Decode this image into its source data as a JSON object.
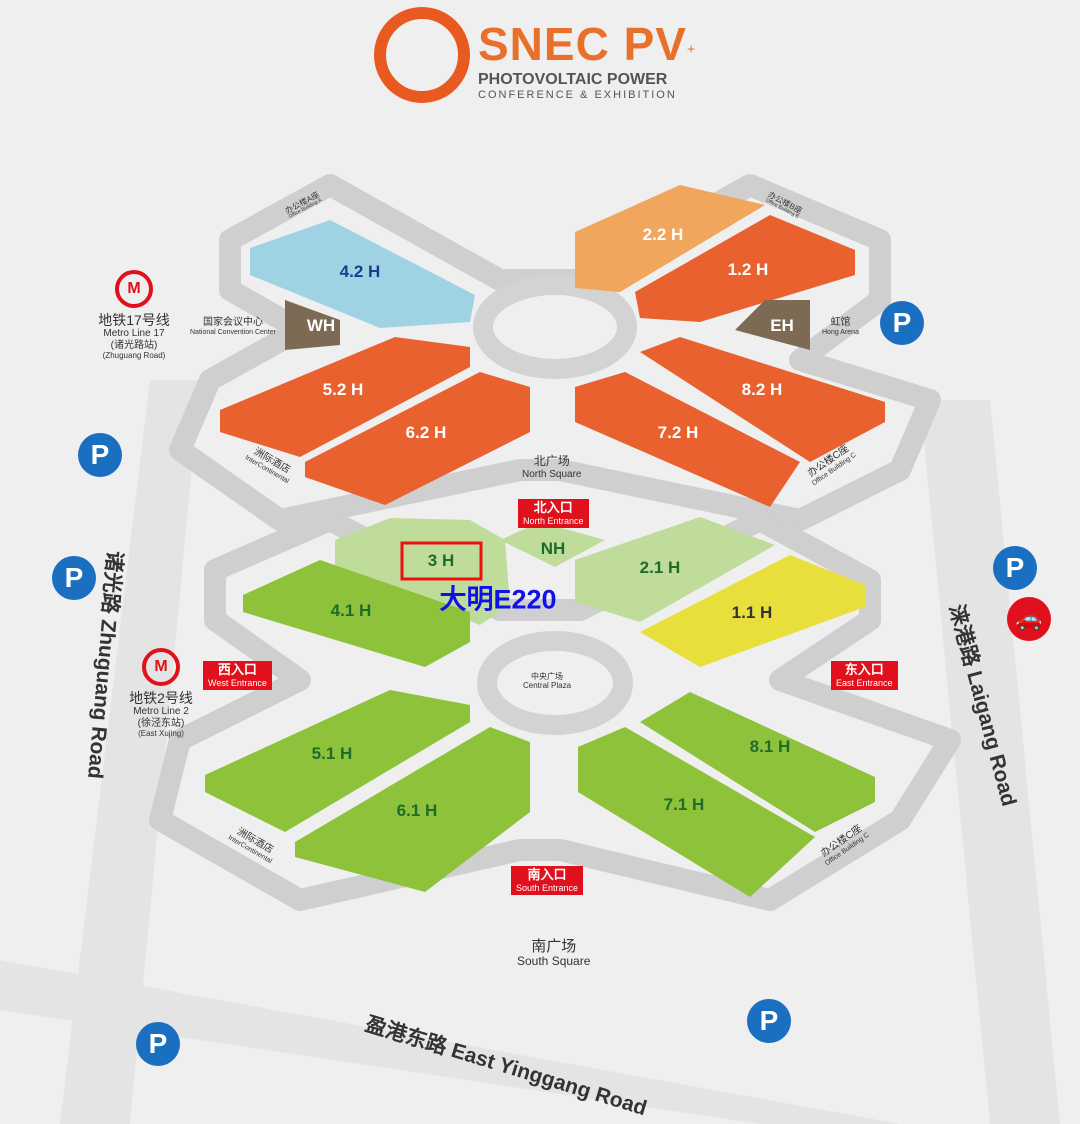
{
  "logo": {
    "brand": "SNEC PV",
    "plus": "+",
    "line1": "PHOTOVOLTAIC POWER",
    "line2": "CONFERENCE & EXHIBITION"
  },
  "halls": {
    "h42": "4.2 H",
    "h22": "2.2 H",
    "h12": "1.2 H",
    "h52": "5.2 H",
    "h62": "6.2 H",
    "h72": "7.2 H",
    "h82": "8.2 H",
    "h3": "3 H",
    "nh": "NH",
    "h21": "2.1 H",
    "h41": "4.1 H",
    "h11": "1.1 H",
    "h51": "5.1 H",
    "h61": "6.1 H",
    "h71": "7.1 H",
    "h81": "8.1 H",
    "wh": "WH",
    "eh": "EH"
  },
  "highlight": {
    "booth": "大明E220",
    "color": "#1010ee",
    "box_color": "#ee1111"
  },
  "places": {
    "office_a_cn": "办公楼A座",
    "office_a_en": "Office Building A",
    "office_b_cn": "办公楼B座",
    "office_b_en": "Office Building B",
    "office_c_cn": "办公楼C座",
    "office_c_en": "Office Building C",
    "ncc_cn": "国家会议中心",
    "ncc_en": "National Convention Center",
    "hong_cn": "虹馆",
    "hong_en": "Hong Arena",
    "inter_cn": "洲际酒店",
    "inter_en": "InterContinental",
    "north_sq_cn": "北广场",
    "north_sq_en": "North Square",
    "central_cn": "中央广场",
    "central_en": "Central Plaza",
    "south_sq_cn": "南广场",
    "south_sq_en": "South Square"
  },
  "entrances": {
    "north": {
      "cn": "北入口",
      "en": "North Entrance"
    },
    "west": {
      "cn": "西入口",
      "en": "West Entrance"
    },
    "east": {
      "cn": "东入口",
      "en": "East Entrance"
    },
    "south": {
      "cn": "南入口",
      "en": "South Entrance"
    }
  },
  "metro": {
    "l17": {
      "cn": "地铁17号线",
      "en": "Metro Line 17",
      "st_cn": "(诸光路站)",
      "st_en": "(Zhuguang Road)"
    },
    "l2": {
      "cn": "地铁2号线",
      "en": "Metro Line 2",
      "st_cn": "(徐泾东站)",
      "st_en": "(East Xujing)"
    }
  },
  "roads": {
    "zhuguang": "诸光路 Zhuguang Road",
    "laigang": "涞港路 Laigang Road",
    "yinggang": "盈港东路 East Yinggang Road"
  },
  "parking": "P",
  "colors": {
    "orange": "#e8612f",
    "light_orange": "#f0a65c",
    "blue": "#9fd3e3",
    "green": "#8dc23a",
    "light_green": "#bfdc9a",
    "yellow": "#e8df3c",
    "brown": "#7d6a55",
    "red": "#e0101c",
    "parking": "#1a6fc0"
  }
}
